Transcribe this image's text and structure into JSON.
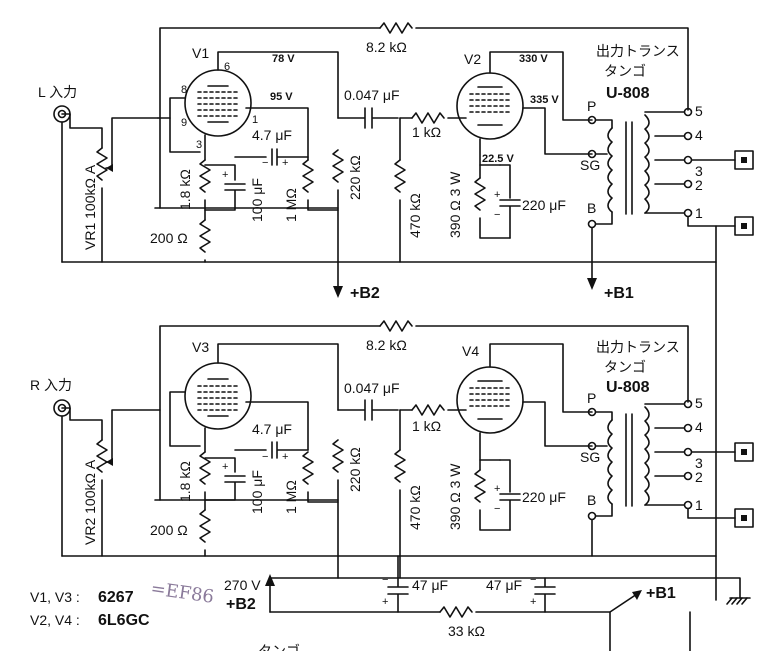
{
  "left_channel": {
    "input_label": "L 入力",
    "vr_label": "VR1 100kΩ A",
    "v1_label": "V1",
    "v2_label": "V2",
    "v1_plate_voltage": "78 V",
    "v1_screen_voltage": "95 V",
    "v2_plate_voltage": "330 V",
    "v2_screen_voltage": "335 V",
    "v2_cathode_voltage": "22.5 V",
    "feedback_resistor": "8.2 kΩ",
    "coupling_cap": "0.047 μF",
    "grid_resistor": "1 kΩ",
    "screen_cap": "4.7 μF",
    "cathode_res_v1": "1.8 kΩ",
    "cathode_cap_v1": "100 μF",
    "screen_res": "1 MΩ",
    "plate_res": "220 kΩ",
    "grid_leak": "470 kΩ",
    "cathode_res_v2": "390 Ω 3 W",
    "cathode_cap_v2": "220 μF",
    "divider_res": "200 Ω",
    "b2_label": "+B2",
    "b1_label": "+B1",
    "transformer_title_1": "出力トランス",
    "transformer_title_2": "タンゴ",
    "transformer_model": "U-808",
    "pin_p": "P",
    "pin_sg": "SG",
    "pin_b": "B",
    "taps": [
      "5",
      "4",
      "3",
      "2",
      "1"
    ],
    "pin_numbers": [
      "6",
      "8",
      "9",
      "3",
      "1"
    ]
  },
  "right_channel": {
    "input_label": "R 入力",
    "vr_label": "VR2 100kΩ A",
    "v3_label": "V3",
    "v4_label": "V4",
    "feedback_resistor": "8.2 kΩ",
    "coupling_cap": "0.047 μF",
    "grid_resistor": "1 kΩ",
    "screen_cap": "4.7 μF",
    "cathode_res_v3": "1.8 kΩ",
    "cathode_cap_v3": "100 μF",
    "screen_res": "1 MΩ",
    "plate_res": "220 kΩ",
    "grid_leak": "470 kΩ",
    "cathode_res_v4": "390 Ω 3 W",
    "cathode_cap_v4": "220 μF",
    "divider_res": "200 Ω",
    "transformer_title_1": "出力トランス",
    "transformer_title_2": "タンゴ",
    "transformer_model": "U-808",
    "pin_p": "P",
    "pin_sg": "SG",
    "pin_b": "B",
    "taps": [
      "5",
      "4",
      "3",
      "2",
      "1"
    ]
  },
  "power": {
    "supply_voltage": "270 V",
    "b2_label": "+B2",
    "b1_label": "+B1",
    "filter_cap_1": "47 μF",
    "filter_cap_2": "47 μF",
    "series_res": "33 kΩ"
  },
  "tube_legend": {
    "row1_label": "V1, V3 :",
    "row1_type": "6267",
    "row1_note": "=EF86",
    "row2_label": "V2, V4 :",
    "row2_type": "6L6GC"
  },
  "bottom_partial": "タンゴ"
}
